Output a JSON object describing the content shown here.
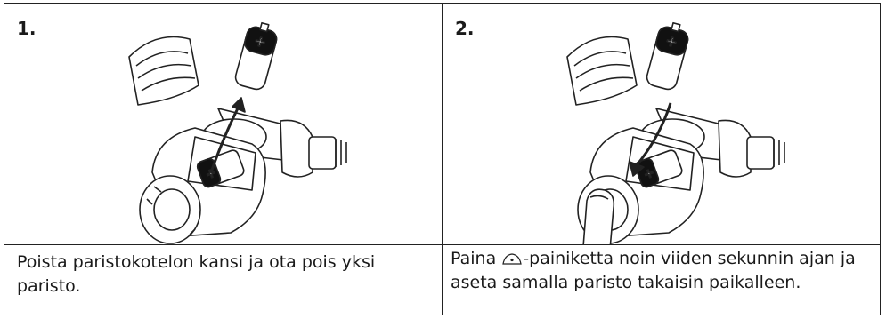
{
  "steps": [
    {
      "number": "1.",
      "caption": "Poista paristokotelon kansi ja ota pois yksi paristo."
    },
    {
      "number": "2.",
      "caption_before": "Paina ",
      "button_icon": "button-dot-icon",
      "caption_after": "-painiketta noin viiden sekunnin ajan ja aseta samalla paristo takaisin paikalleen."
    }
  ]
}
